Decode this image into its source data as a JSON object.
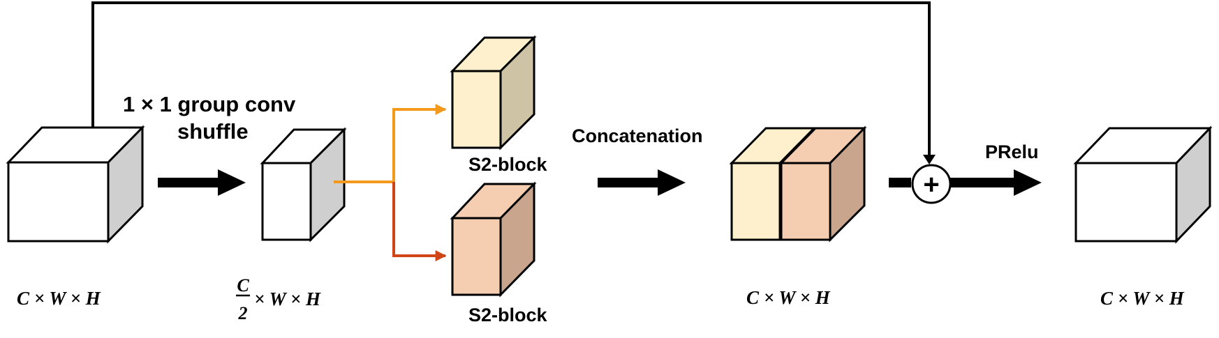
{
  "labels": {
    "conv_line1": "1 × 1 group conv",
    "conv_line2": "shuffle",
    "s2_block_top": "S2-block",
    "s2_block_bottom": "S2-block",
    "concatenation": "Concatenation",
    "prelu": "PRelu",
    "plus": "+"
  },
  "dims": {
    "input": "C × W × H",
    "half_numerator": "C",
    "half_denominator": "2",
    "half_rest": "× W × H",
    "concat": "C × W × H",
    "output": "C × W × H"
  },
  "colors": {
    "white_front": "#ffffff",
    "grey_side": "#cfcfcf",
    "yellow_front": "#fef0cc",
    "yellow_side": "#cfc3a5",
    "peach_front": "#f5cdb0",
    "peach_side": "#c9a58d",
    "branch_orange": "#f39a1c",
    "branch_red": "#d04516",
    "arrow": "#000000"
  }
}
